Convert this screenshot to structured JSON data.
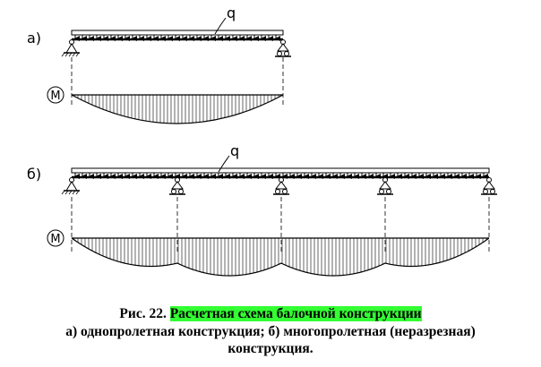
{
  "labels": {
    "part_a": "а)",
    "part_b": "б)",
    "load": "q",
    "moment": "M"
  },
  "caption": {
    "fig_no": "Рис. 22.",
    "title": "Расчетная схема балочной конструкции",
    "line2": "а) однопролетная конструкция; б) многопролетная (неразрезная)",
    "line3": "конструкция."
  },
  "colors": {
    "highlight": "#33ff33",
    "ink": "#000000"
  }
}
